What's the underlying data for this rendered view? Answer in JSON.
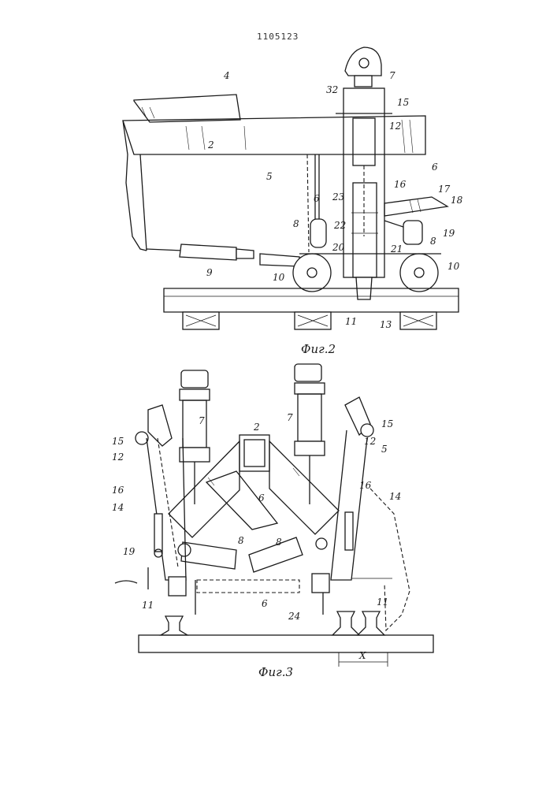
{
  "patent_number": "1105123",
  "figures": [
    {
      "caption": "Фиг.2",
      "labels": [
        "4",
        "2",
        "5",
        "6",
        "8",
        "9",
        "10",
        "32",
        "7",
        "15",
        "12",
        "6",
        "16",
        "23",
        "17",
        "18",
        "22",
        "20",
        "21",
        "19",
        "8",
        "10",
        "11",
        "13"
      ]
    },
    {
      "caption": "Фиг.3",
      "labels": [
        "7",
        "2",
        "7",
        "15",
        "12",
        "16",
        "14",
        "6",
        "8",
        "8",
        "19",
        "11",
        "6",
        "24",
        "15",
        "5",
        "12",
        "16",
        "14",
        "11",
        "X"
      ]
    }
  ],
  "colors": {
    "ink": "#1a1a1a",
    "paper": "#ffffff"
  }
}
